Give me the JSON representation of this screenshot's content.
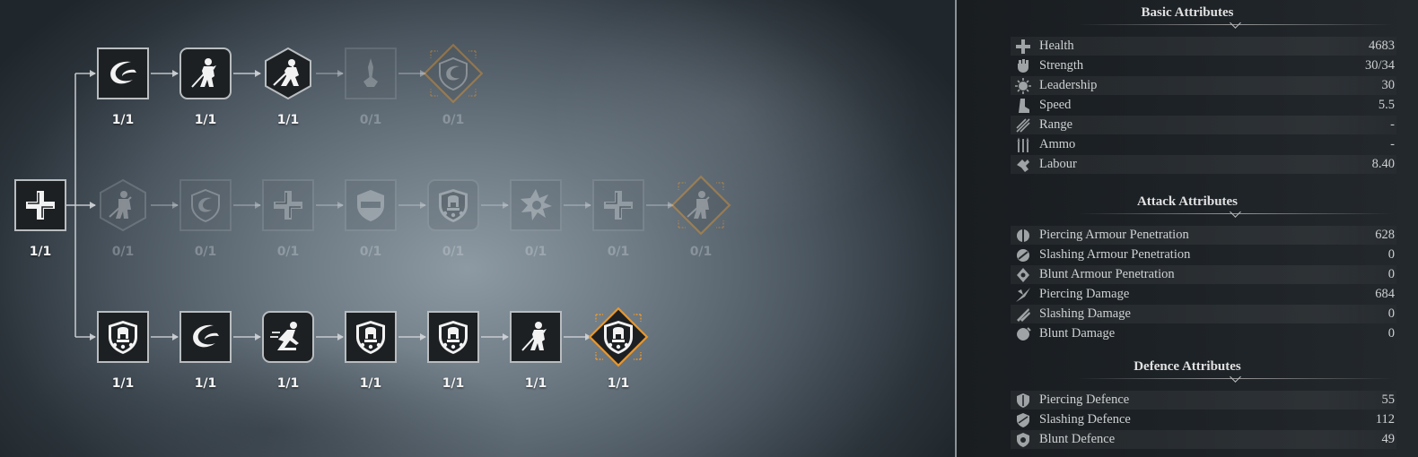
{
  "skill_tree": {
    "root": {
      "label": "1/1",
      "icon": "cross-shield-icon"
    },
    "branch_top": [
      {
        "label": "1/1",
        "icon": "swirl-slash-icon"
      },
      {
        "label": "1/1",
        "icon": "spearman-thrust-icon"
      },
      {
        "label": "1/1",
        "icon": "spearman-lunge-icon"
      },
      {
        "label": "0/1",
        "icon": "spear-stance-icon"
      },
      {
        "label": "0/1",
        "icon": "swirl-shield-icon"
      }
    ],
    "branch_middle": [
      {
        "label": "0/1",
        "icon": "spearman-guard-icon"
      },
      {
        "label": "0/1",
        "icon": "swirl-shield-icon"
      },
      {
        "label": "0/1",
        "icon": "cross-shield-icon"
      },
      {
        "label": "0/1",
        "icon": "shield-banner-icon"
      },
      {
        "label": "0/1",
        "icon": "helmet-shield-icon"
      },
      {
        "label": "0/1",
        "icon": "burst-shield-icon"
      },
      {
        "label": "0/1",
        "icon": "cross-shield-icon"
      },
      {
        "label": "0/1",
        "icon": "spearman-guard-icon"
      }
    ],
    "branch_bottom": [
      {
        "label": "1/1",
        "icon": "helmet-shield-icon"
      },
      {
        "label": "1/1",
        "icon": "swirl-slash-icon"
      },
      {
        "label": "1/1",
        "icon": "sprint-charge-icon"
      },
      {
        "label": "1/1",
        "icon": "helmet-shield-icon"
      },
      {
        "label": "1/1",
        "icon": "helmet-shield-icon"
      },
      {
        "label": "1/1",
        "icon": "spearman-thrust-icon"
      },
      {
        "label": "1/1",
        "icon": "helmet-shield-icon"
      }
    ]
  },
  "attributes": {
    "basic": {
      "title": "Basic Attributes",
      "rows": [
        {
          "label": "Health",
          "value": "4683",
          "icon": "health-cross-icon"
        },
        {
          "label": "Strength",
          "value": "30/34",
          "icon": "strength-fist-icon"
        },
        {
          "label": "Leadership",
          "value": "30",
          "icon": "leadership-sun-icon"
        },
        {
          "label": "Speed",
          "value": "5.5",
          "icon": "speed-boot-icon"
        },
        {
          "label": "Range",
          "value": "-",
          "icon": "range-arrows-icon"
        },
        {
          "label": "Ammo",
          "value": "-",
          "icon": "ammo-bolts-icon"
        },
        {
          "label": "Labour",
          "value": "8.40",
          "icon": "labour-hand-icon"
        }
      ]
    },
    "attack": {
      "title": "Attack Attributes",
      "rows": [
        {
          "label": "Piercing Armour Penetration",
          "value": "628",
          "icon": "piercing-penetration-icon"
        },
        {
          "label": "Slashing Armour Penetration",
          "value": "0",
          "icon": "slashing-penetration-icon"
        },
        {
          "label": "Blunt Armour Penetration",
          "value": "0",
          "icon": "blunt-penetration-icon"
        },
        {
          "label": "Piercing Damage",
          "value": "684",
          "icon": "piercing-damage-icon"
        },
        {
          "label": "Slashing Damage",
          "value": "0",
          "icon": "slashing-damage-icon"
        },
        {
          "label": "Blunt Damage",
          "value": "0",
          "icon": "blunt-damage-icon"
        }
      ]
    },
    "defence": {
      "title": "Defence Attributes",
      "rows": [
        {
          "label": "Piercing Defence",
          "value": "55",
          "icon": "piercing-defence-icon"
        },
        {
          "label": "Slashing Defence",
          "value": "112",
          "icon": "slashing-defence-icon"
        },
        {
          "label": "Blunt Defence",
          "value": "49",
          "icon": "blunt-defence-icon"
        }
      ]
    }
  },
  "colors": {
    "accent_gold": "#e8962a",
    "node_border": "#b9bdc0",
    "node_fill": "#1d2023",
    "text_light": "#cfd1d2"
  }
}
